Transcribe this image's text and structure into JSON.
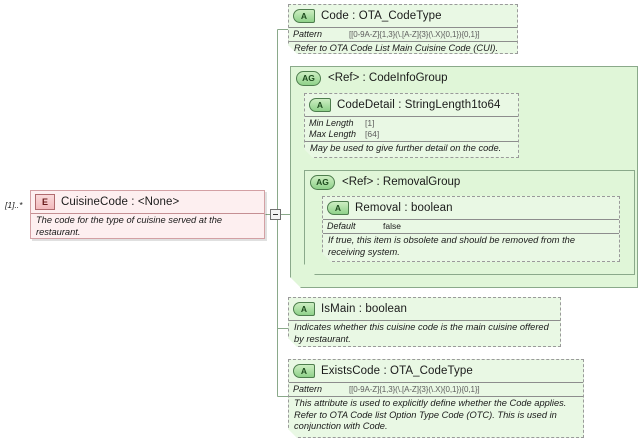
{
  "diagram": {
    "type": "xsd-schema-attribute-tree",
    "root": {
      "cardinality": "[1]..*",
      "badge": "E",
      "badge_name": "element-badge",
      "title": "CuisineCode : <None>",
      "doc": "The code for the type of cuisine served at the restaurant.",
      "expander": "minus"
    },
    "children": [
      {
        "badge": "A",
        "badge_name": "attribute-badge",
        "title": "Code    : OTA_CodeType",
        "facets": [
          {
            "name": "Pattern",
            "value": "[[0-9A-Z]{1,3}(\\.[A-Z]{3}(\\.X){0,1}){0,1}]",
            "style": "pattern"
          }
        ],
        "doc": "Refer to OTA Code List Main Cuisine Code (CUI)."
      },
      {
        "badge": "AG",
        "badge_name": "attribute-group-badge",
        "title": "<Ref>      : CodeInfoGroup",
        "is_group": true,
        "children": [
          {
            "badge": "A",
            "badge_name": "attribute-badge",
            "title": "CodeDetail : StringLength1to64",
            "facets": [
              {
                "name": "Min Length",
                "value": "[1]",
                "style": "plainsmall"
              },
              {
                "name": "Max Length",
                "value": "[64]",
                "style": "plainsmall"
              }
            ],
            "doc": "May be used to give further detail on the code."
          },
          {
            "badge": "AG",
            "badge_name": "attribute-group-badge",
            "title": "<Ref>        : RemovalGroup",
            "is_group": true,
            "children": [
              {
                "badge": "A",
                "badge_name": "attribute-badge",
                "title": "Removal : boolean",
                "facets": [
                  {
                    "name": "Default",
                    "value": "false",
                    "style": "plain"
                  }
                ],
                "doc": "If true, this item is obsolete and should be removed from the receiving system."
              }
            ]
          }
        ]
      },
      {
        "badge": "A",
        "badge_name": "attribute-badge",
        "title": "IsMain    : boolean",
        "facets": [],
        "doc": "Indicates whether this cuisine code is the main cuisine offered by restaurant."
      },
      {
        "badge": "A",
        "badge_name": "attribute-badge",
        "title": "ExistsCode : OTA_CodeType",
        "facets": [
          {
            "name": "Pattern",
            "value": "[[0-9A-Z]{1,3}(\\.[A-Z]{3}(\\.X){0,1}){0,1}]",
            "style": "pattern"
          }
        ],
        "doc": "This attribute is used to explicitly define whether the Code applies. Refer to OTA Code list Option Type Code (OTC). This is used in conjunction with Code."
      }
    ]
  },
  "colors": {
    "attribute_fill": "#e9f8e4",
    "group_fill": "#e0f6d8",
    "element_fill": "#fdeff0",
    "badge_green": "#8fd18a",
    "badge_pink": "#f2b9bc",
    "connector": "#8aa98a"
  }
}
